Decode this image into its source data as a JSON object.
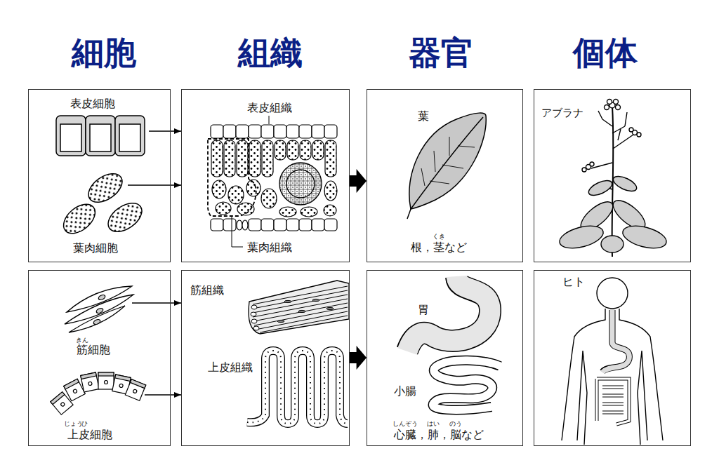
{
  "diagram": {
    "nodes": [
      {
        "text": [
          "表皮細胞",
          "葉肉細胞"
        ]
      },
      {
        "text": [
          "表皮組織",
          "葉肉組織"
        ]
      },
      {
        "text": [
          "葉",
          "くき",
          "根，茎など"
        ]
      },
      {
        "text": [
          "アブラナ"
        ]
      },
      {
        "text": [
          "きん",
          "筋細胞",
          "じょう",
          "ひ",
          "上皮細胞"
        ]
      },
      {
        "text": [
          "筋組織",
          "上皮組織"
        ]
      },
      {
        "text": [
          "胃",
          "小腸",
          "しんぞう",
          "はい",
          "のう",
          "心臓，肺，脳など"
        ]
      },
      {
        "text": [
          "ヒト"
        ]
      }
    ],
    "edges": [
      {
        "from": 0,
        "to": 1,
        "arrow": "to"
      },
      {
        "from": 0,
        "to": 1,
        "arrow": "to"
      },
      {
        "from": 1,
        "to": 2,
        "arrow": "to"
      },
      {
        "from": 4,
        "to": 5,
        "arrow": "to"
      },
      {
        "from": 4,
        "to": 5,
        "arrow": "to"
      },
      {
        "from": 5,
        "to": 6,
        "arrow": "to"
      }
    ],
    "labels": [
      "細胞",
      "組織",
      "器官",
      "個体"
    ]
  }
}
